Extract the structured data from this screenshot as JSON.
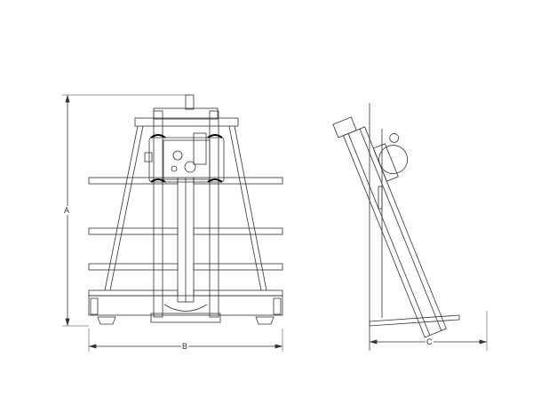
{
  "dimensions": {
    "height_label": "A",
    "width_label": "B",
    "depth_label": "C"
  },
  "colors": {
    "line": "#333333",
    "background": "#ffffff"
  }
}
